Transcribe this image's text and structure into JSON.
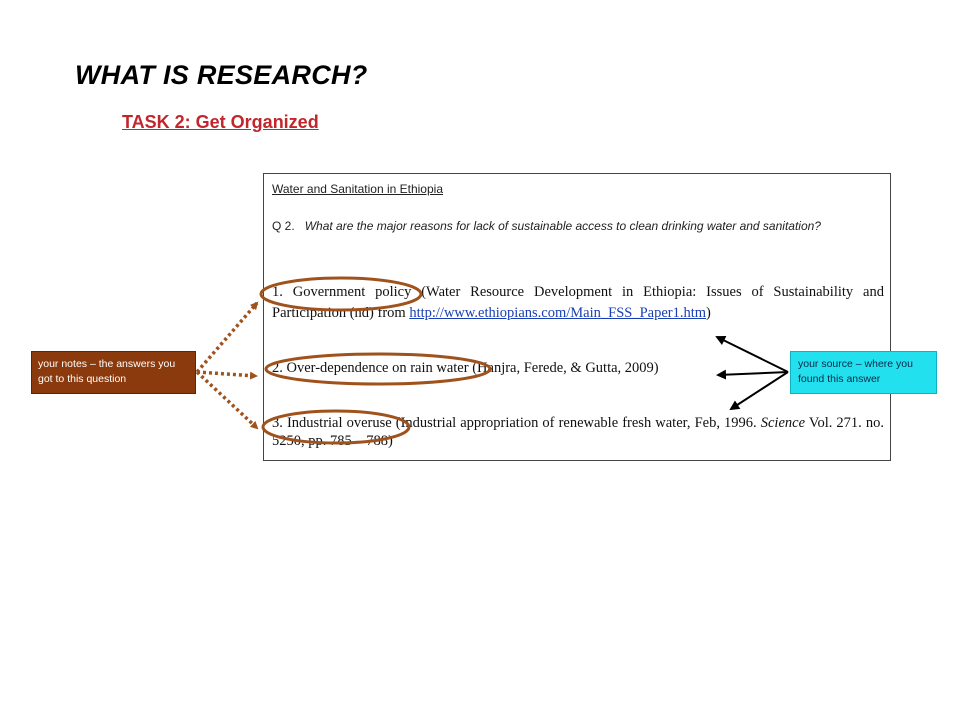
{
  "slide": {
    "title": "WHAT IS RESEARCH?",
    "subtitle": "TASK 2: Get Organized"
  },
  "document": {
    "heading": "Water and Sanitation in Ethiopia",
    "question_label": "Q 2.",
    "question_text": "What are the major reasons for lack of sustainable access to clean drinking water and sanitation?",
    "answers": [
      {
        "note": "1. Government policy",
        "source_pre": " (Water Resource Development in Ethiopia: Issues of Sustainability and Participation (nd) from ",
        "link": "http://www.ethiopians.com/Main_FSS_Paper1.htm",
        "source_post": ")"
      },
      {
        "note": "2. Over-dependence on rain water",
        "source": " (Hanjra, Ferede, & Gutta, 2009)"
      },
      {
        "note": "3. Industrial overuse",
        "source_pre": " (Industrial appropriation of renewable fresh water, Feb, 1996. ",
        "source_em": "Science",
        "source_post": " Vol. 271. no. 5250, pp. 785 – 788)"
      }
    ]
  },
  "callouts": {
    "notes_label": "your notes – the answers you got to this question",
    "source_label": "your source – where you found this answer"
  },
  "colors": {
    "notes_bg": "#8b3a0e",
    "source_bg": "#22e0ee",
    "subtitle": "#c0262c",
    "circle": "#a0521d"
  }
}
